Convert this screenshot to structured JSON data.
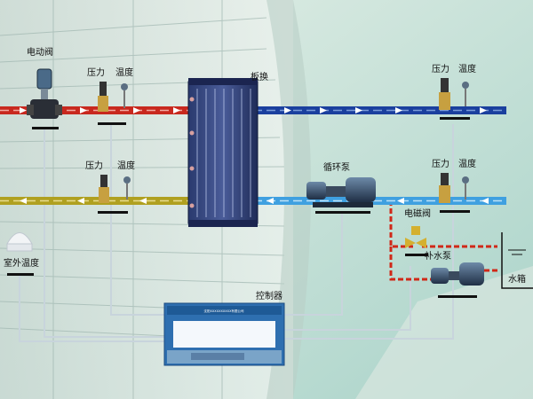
{
  "labels": {
    "electric_valve": "电动阀",
    "pressure": "压力",
    "temperature": "温度",
    "plate_exchanger": "板换",
    "circulation_pump": "循环泵",
    "solenoid_valve": "电磁阀",
    "makeup_pump": "补水泵",
    "water_tank": "水箱",
    "outdoor_temp": "室外温度",
    "controller": "控制器"
  },
  "controller_screen": {
    "header": "沈阳XXXXXXXXXX有限公司"
  },
  "colors": {
    "primary_hot": "#c8281e",
    "primary_cold": "#b0a020",
    "secondary_supply": "#1a3f9e",
    "secondary_return": "#3fa0e0",
    "signal_line": "#c8d4dc",
    "makeup_line": "#d02818"
  }
}
